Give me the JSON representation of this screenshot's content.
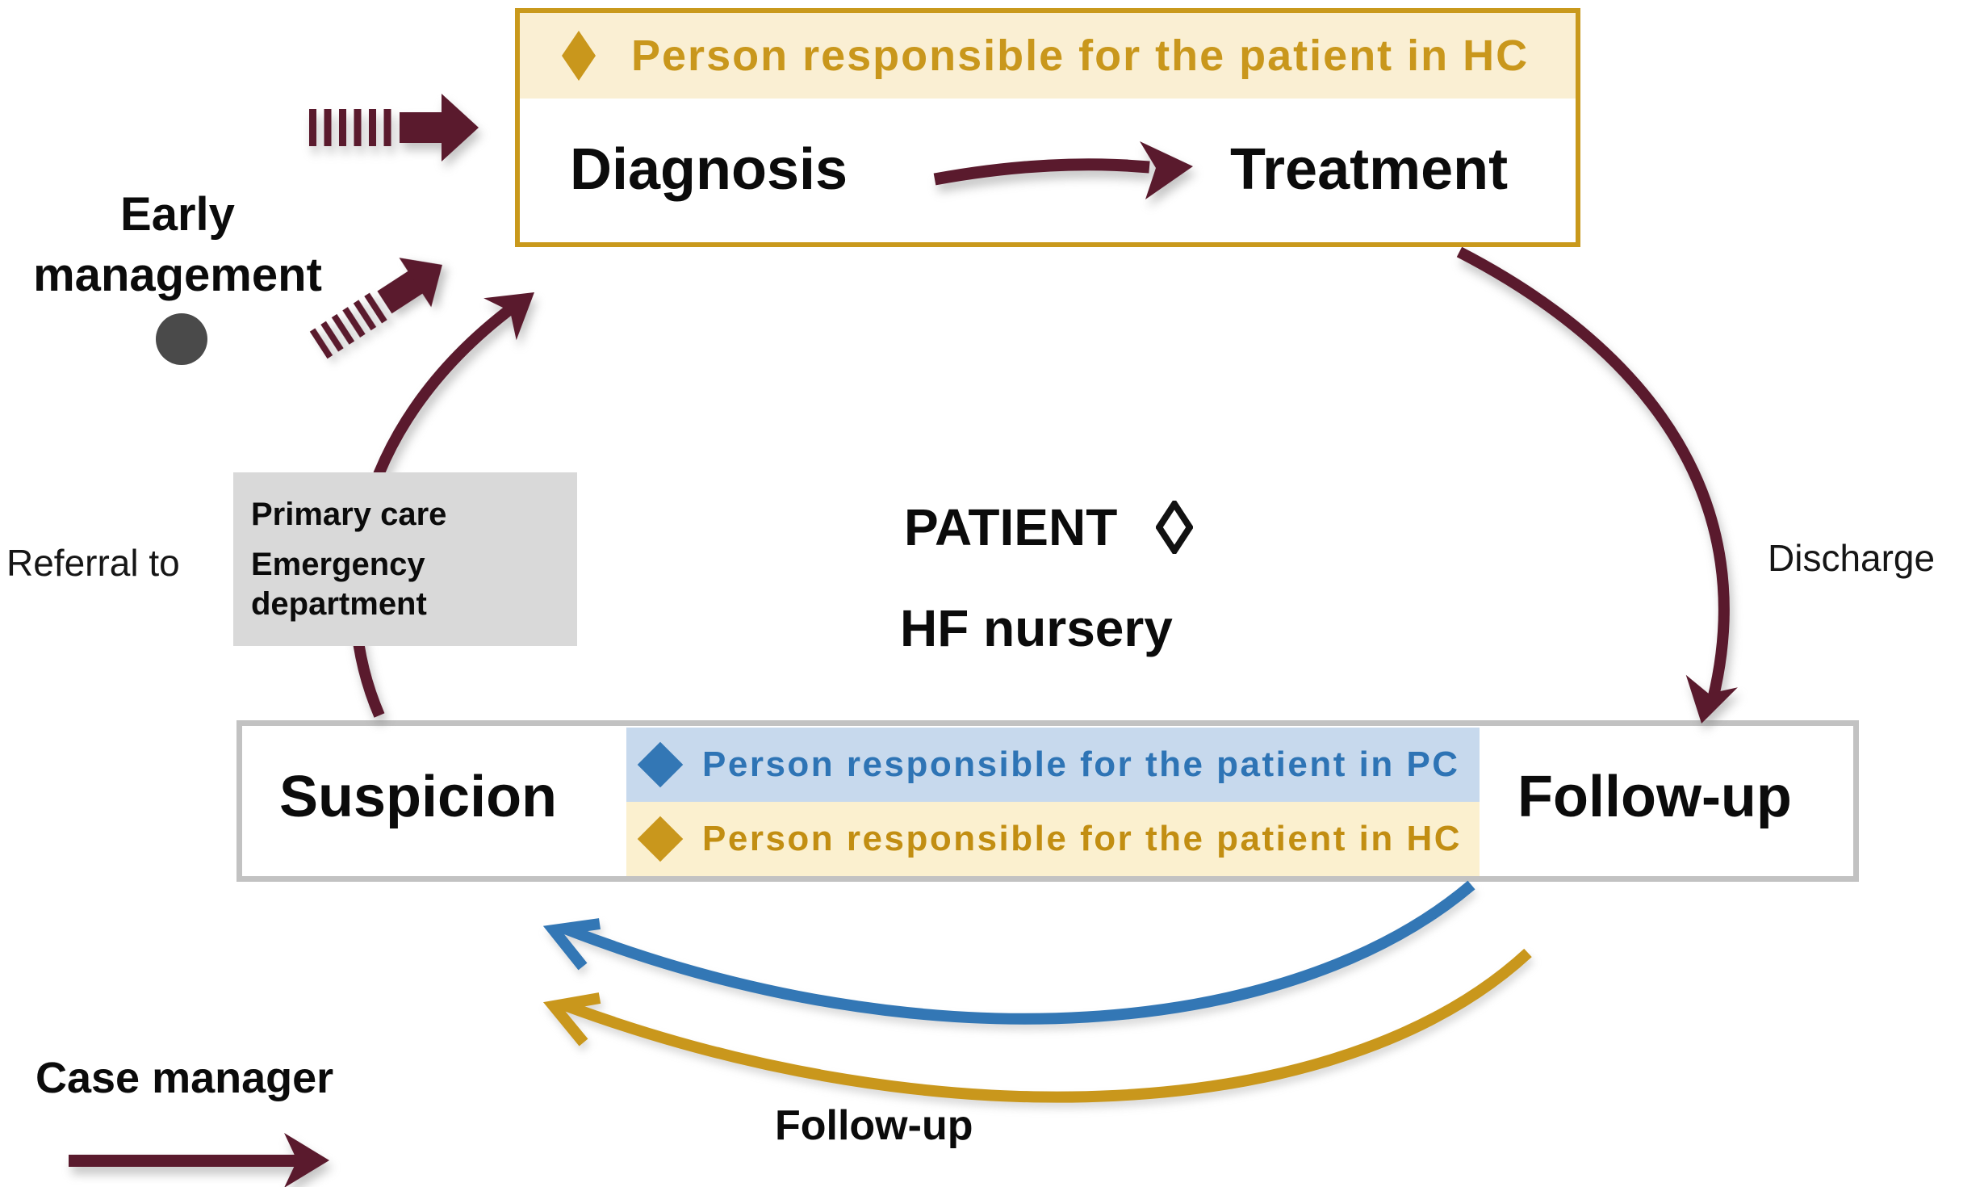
{
  "colors": {
    "maroon": "#5A1A2D",
    "gold": "#C9971C",
    "gold_border": "#C9991C",
    "cream_band": "#FAEFD3",
    "blue": "#3377B5",
    "blue_text": "#2E74B5",
    "light_blue_band": "#C7D9ED",
    "light_gold_band": "#FBF0CF",
    "gray_box": "#D9D9D9",
    "bottom_box_border": "#C2C2C2",
    "dot_gray": "#4A4A4A"
  },
  "top_box": {
    "legend_hc": "Person responsible for the patient in HC",
    "diagnosis": "Diagnosis",
    "treatment": "Treatment"
  },
  "left_side": {
    "early_management": "Early management",
    "referral_to": "Referral to",
    "primary_care": "Primary care",
    "emergency_department": "Emergency department"
  },
  "center": {
    "patient": "PATIENT",
    "hf_nursery": "HF nursery"
  },
  "right_side": {
    "discharge": "Discharge"
  },
  "bottom_box": {
    "suspicion": "Suspicion",
    "legend_pc": "Person responsible for the patient in PC",
    "legend_hc": "Person responsible for the patient in HC",
    "follow_up": "Follow-up"
  },
  "footer": {
    "follow_up_label": "Follow-up",
    "case_manager": "Case manager"
  }
}
